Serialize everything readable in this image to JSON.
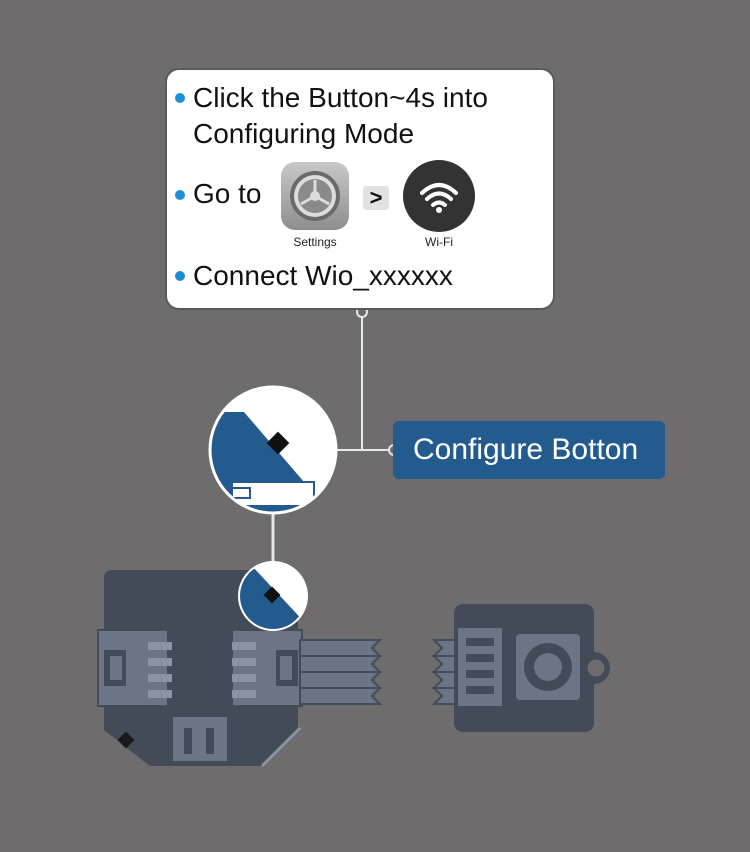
{
  "instructions": {
    "step1": {
      "line1": "Click the Button~4s into",
      "line2": "Configuring Mode"
    },
    "step2": {
      "prefix": "Go to",
      "separator": ">",
      "settings_caption": "Settings",
      "wifi_caption": "Wi-Fi"
    },
    "step3": {
      "text": "Connect Wio_xxxxxx"
    }
  },
  "configure_label": "Configure Botton",
  "icons": {
    "settings": "gear-icon",
    "wifi": "wifi-icon"
  },
  "colors": {
    "background": "#6e6c6d",
    "bullet": "#1d8fd6",
    "accent_blue": "#245b8f",
    "board": "#434a58",
    "connector": "#6b7586"
  }
}
